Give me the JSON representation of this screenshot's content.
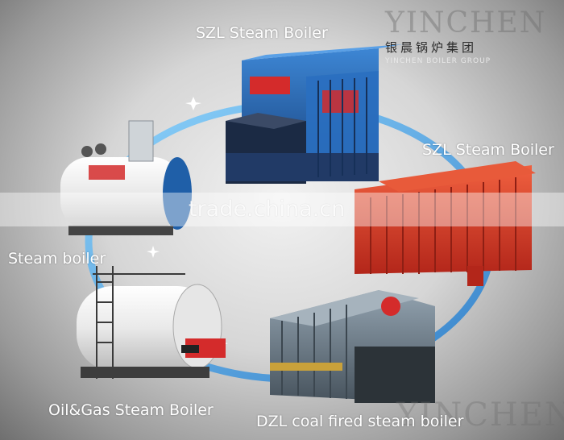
{
  "labels": {
    "top": "SZL Steam Boiler",
    "right": "SZL Steam Boiler",
    "left": "Steam  boiler",
    "oil_gas": "Oil&Gas Steam Boiler",
    "dzl": "DZL coal fired steam boiler"
  },
  "branding": {
    "logo_text": "YINCHEN",
    "chinese_name": "银晨锅炉集团",
    "english_name": "YINCHEN BOILER GROUP",
    "watermark_bottom": "YINCHEN"
  },
  "watermark": {
    "text": "trade.china.cn"
  },
  "colors": {
    "ring": "#2b8fe0",
    "blue_boiler": "#1f5fa8",
    "red_boiler": "#d9402a",
    "white_boiler": "#f4f4f4",
    "grey_boiler": "#6f7c88"
  }
}
